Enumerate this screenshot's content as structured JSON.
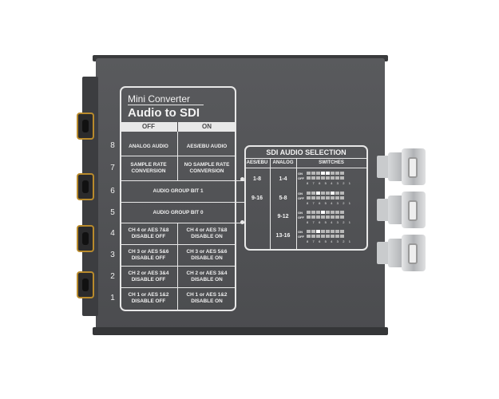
{
  "panel": {
    "brand_line": "Mini Converter",
    "product_name": "Audio to SDI",
    "header_off": "OFF",
    "header_on": "ON",
    "switch_rows": [
      {
        "number": "8",
        "off": "ANALOG AUDIO",
        "on": "AES/EBU AUDIO"
      },
      {
        "number": "7",
        "off": "SAMPLE RATE\nCONVERSION",
        "on": "NO SAMPLE RATE\nCONVERSION"
      },
      {
        "number": "6",
        "span": "AUDIO GROUP BIT 1"
      },
      {
        "number": "5",
        "span": "AUDIO GROUP BIT 0"
      },
      {
        "number": "4",
        "off": "CH 4 or AES 7&8\nDISABLE OFF",
        "on": "CH 4 or AES 7&8\nDISABLE ON"
      },
      {
        "number": "3",
        "off": "CH 3 or AES 5&6\nDISABLE OFF",
        "on": "CH 3 or AES 5&6\nDISABLE ON"
      },
      {
        "number": "2",
        "off": "CH 2 or AES 3&4\nDISABLE OFF",
        "on": "CH 2 or AES 3&4\nDISABLE ON"
      },
      {
        "number": "1",
        "off": "CH 1 or AES 1&2\nDISABLE OFF",
        "on": "CH 1 or AES 1&2\nDISABLE ON"
      }
    ]
  },
  "sdi_selection": {
    "title": "SDI AUDIO SELECTION",
    "col_aes": "AES/EBU",
    "col_analog": "ANALOG",
    "col_switches": "SWITCHES",
    "on_label": "ON",
    "off_label": "OFF",
    "switch_numbers": "8 7 6 5 4 3 2 1",
    "rows": [
      {
        "aes": "1-8",
        "analog": "1-4"
      },
      {
        "aes": "9-16",
        "analog": "5-8"
      },
      {
        "aes": "",
        "analog": "9-12"
      },
      {
        "aes": "",
        "analog": "13-16"
      }
    ]
  }
}
